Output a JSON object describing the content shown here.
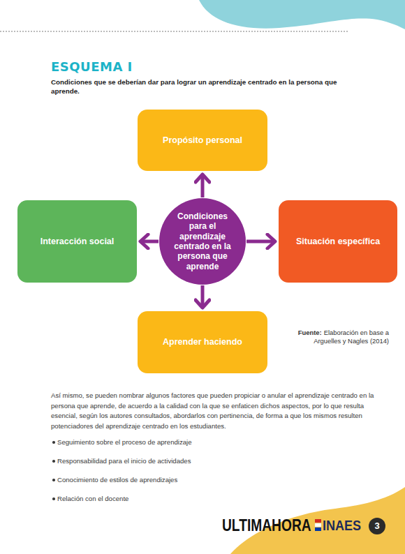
{
  "diagram": {
    "title": "ESQUEMA I",
    "caption": "Condiciones que se deberían dar para lograr un aprendizaje centrado en la persona que aprende.",
    "nodes": [
      {
        "text": [
          "Propósito personal"
        ]
      },
      {
        "text": [
          "Interacción social"
        ]
      },
      {
        "text": [
          "Condiciones para el aprendizaje centrado en la persona que aprende"
        ]
      },
      {
        "text": [
          "Situación específica"
        ]
      },
      {
        "text": [
          "Aprender haciendo"
        ]
      }
    ],
    "edges": [
      {
        "from": 2,
        "to": 0,
        "arrow": "to"
      },
      {
        "from": 2,
        "to": 1,
        "arrow": "to"
      },
      {
        "from": 2,
        "to": 3,
        "arrow": "to"
      },
      {
        "from": 2,
        "to": 4,
        "arrow": "to"
      }
    ],
    "labels": [
      "Fuente:",
      "Elaboración en base a Arguelles y Nagles (2014)",
      "Así mismo, se pueden nombrar algunos factores que pueden propiciar o anular el aprendizaje centrado en la persona que aprende, de acuerdo a la calidad con la que se enfaticen dichos aspectos, por lo que resulta esencial, según los autores consultados, abordarlos con pertinencia, de forma a que los mismos resulten potenciadores del aprendizaje centrado en los estudiantes.",
      "Seguimiento sobre el proceso de aprendizaje",
      "Responsabilidad para el inicio de actividades",
      "Conocimiento de estilos de aprendizajes",
      "Relación con el docente",
      "ULTIMAHORA",
      "INAES",
      "3"
    ]
  }
}
